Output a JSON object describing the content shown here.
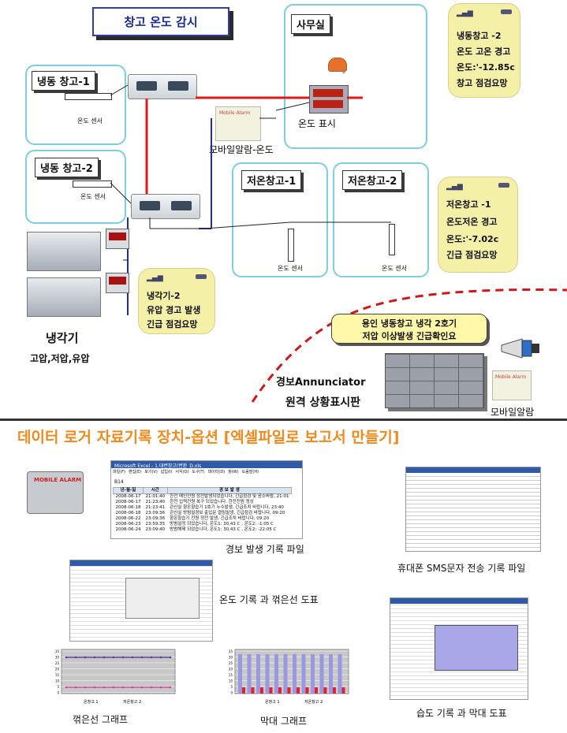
{
  "title": "창고 온도 감시",
  "office": {
    "label": "사무실",
    "display_caption": "온도 표시",
    "display_minus": "-"
  },
  "mobile_alarm_temp": {
    "caption": "모바일알람-온도",
    "device_text": "Mobile Alarm"
  },
  "rooms": [
    {
      "label": "냉동 창고-1",
      "sensor": "온도 센서"
    },
    {
      "label": "냉동 창고-2",
      "sensor": "온도 센서"
    },
    {
      "label": "저온창고-1",
      "sensor": "온도 센서"
    },
    {
      "label": "저온창고-2",
      "sensor": "온도 센서"
    }
  ],
  "phones": {
    "top": {
      "lines": [
        "냉동창고 -2",
        "온도 고온 경고",
        "온도:'-12.85c",
        "창고 점검요망"
      ]
    },
    "mid": {
      "lines": [
        "저온창고 -1",
        "온도저온 경고",
        "온도:'-7.02c",
        "긴급 점검요망"
      ]
    },
    "chiller": {
      "lines": [
        "냉각기-2",
        "유압 경고 발생",
        "긴급 점검요망"
      ]
    }
  },
  "chiller": {
    "title": "냉각기",
    "sub": "고압,저압,유압"
  },
  "annunciator": {
    "bubble_lines": [
      "용인 냉동창고 냉각 2호기",
      "저압 이상발생 긴급확인요"
    ],
    "title_line1": "경보Annunciator",
    "title_line2": "원격 상황표시판",
    "mobile_caption": "모바일알람",
    "mobile_device_text": "Mobile Alarm"
  },
  "logger": {
    "heading": "데이터 로거 자료기록 장치-옵션 [엑셀파일로 보고서 만들기]",
    "device_text": "MOBILE ALARM",
    "excel_title": "Microsoft Excel - 1.대변창고(변환_D.xls",
    "excel_menu": [
      "파일(F)",
      "편집(E)",
      "보기(V)",
      "삽입(I)",
      "서식(O)",
      "도구(T)",
      "데이터(D)",
      "창(W)",
      "도움말(H)"
    ],
    "excel_cell": "B14",
    "excel_headers": [
      "년-월-일",
      "시간",
      "경 보 발 생"
    ],
    "excel_rows": [
      [
        "2008-06-17",
        "21:01:40",
        "한전 메인전원 정전발생되었습니다, 긴급점검 및 응소바람, 21:01"
      ],
      [
        "2008-06-17",
        "21:23:40",
        "한전 입력전원 복구 되었습니다. 한전전원 정상"
      ],
      [
        "2008-06-18",
        "21:23:41",
        "관신실 향온향습기 1호기 누수발생, 긴급조치 바랍니다, 23:40"
      ],
      [
        "2008-06-18",
        "23:09:36",
        "관신실 방범설경보 출입문 열림발생, 긴급점검 바랍니다, 09:20"
      ],
      [
        "2008-06-22",
        "23:09:36",
        "항온항습기 전원 정전 발생, 긴급조치 바랍니다, 09:20"
      ],
      [
        "2008-06-23",
        "23:59:35",
        "방범설정 되었습니다, 온도1: 30,43 C , 온도2: -1:05 C"
      ],
      [
        "2008-06-24",
        "23:09:40",
        "방범해제 되었습니다, 온도1: 30,43 C , 온도2: -22:05 C"
      ]
    ],
    "captions": {
      "alarm_file": "경보 발생 기록 파일",
      "sms_file": "휴대폰 SMS문자 전송 기록 파일",
      "temp_line": "온도 기록 과 꺾은선 도표",
      "line_graph": "꺾은선 그래프",
      "bar_graph": "막대 그래프",
      "humid_bar": "습도 기록 과 막대 도표"
    }
  },
  "line_chart": {
    "yticks": [
      "35",
      "30",
      "25",
      "20",
      "15",
      "10",
      "5",
      "0"
    ],
    "legend": [
      "온창고 1",
      "저온창고 2"
    ]
  },
  "bar_chart": {
    "yticks": [
      "35",
      "30",
      "25",
      "20",
      "15",
      "10",
      "5",
      "0"
    ],
    "legend": [
      "온창고 1",
      "저온창고 2"
    ]
  },
  "colors": {
    "title_blue": "#1a2a9a",
    "room_border": "#7ad0e0",
    "phone_bg": "#f4f0a8",
    "heading_orange": "#f08a1c",
    "red_line": "#e01818",
    "blue_line": "#1c2ab8"
  }
}
